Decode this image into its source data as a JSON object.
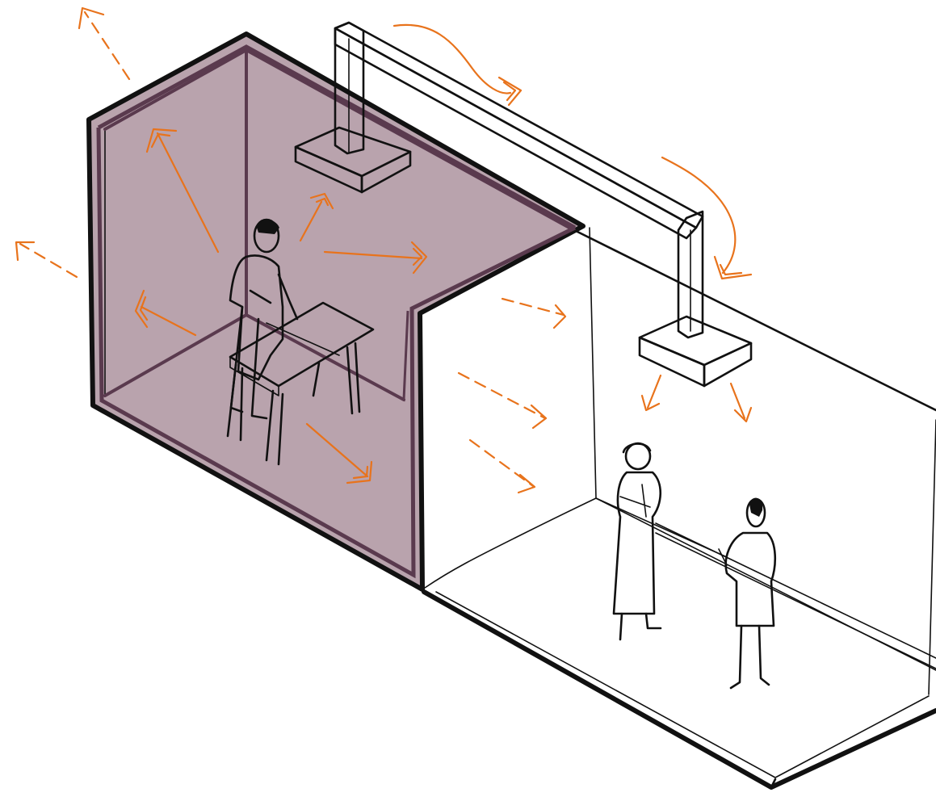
{
  "colors": {
    "background": "#ffffff",
    "ink": "#111111",
    "room_fill": "#b9a3ad",
    "room_edge": "#5a3a4e",
    "arrow": "#e8731c",
    "figure_fill": "#ffffff"
  },
  "icons": {
    "left_room": "enclosed-workshop-room",
    "right_room": "open-viewing-room",
    "duct": "ceiling-air-duct",
    "arrows": "air-flow-arrows",
    "people": [
      "worker-at-table",
      "standing-woman",
      "standing-man"
    ]
  }
}
